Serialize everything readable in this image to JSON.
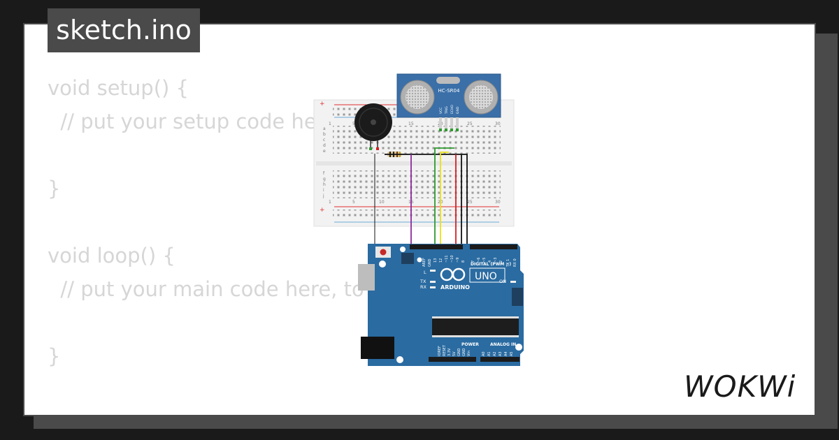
{
  "header": {
    "file_tab": "sketch.ino"
  },
  "code": {
    "lines": [
      "void setup() {",
      "  // put your setup code here, to run once:",
      "",
      "}",
      "",
      "void loop() {",
      "  // put your main code here, to run repeatedly:",
      "",
      "}"
    ]
  },
  "circuit": {
    "sensor_label": "HC-SR04",
    "sensor_pins": [
      "VCC",
      "TRIG",
      "ECHO",
      "GND"
    ],
    "board_brand": "ARDUINO",
    "board_model": "UNO",
    "digital_label": "DIGITAL (PWM ~)",
    "power_label": "POWER",
    "analog_label": "ANALOG IN",
    "on_label": "ON",
    "led_labels": [
      "L",
      "TX",
      "RX"
    ],
    "breadboard_columns": [
      "1",
      "5",
      "10",
      "15",
      "20",
      "25",
      "30"
    ],
    "breadboard_rows_top": [
      "a",
      "b",
      "c",
      "d",
      "e"
    ],
    "breadboard_rows_bottom": [
      "f",
      "g",
      "h",
      "i",
      "j"
    ],
    "header_pins": [
      "AREF",
      "GND",
      "13",
      "12",
      "~11",
      "~10",
      "~9",
      "8",
      "7",
      "~6",
      "~5",
      "4",
      "~3",
      "2",
      "TX 1",
      "RX 0"
    ],
    "power_pins": [
      "IOREF",
      "RESET",
      "3.3V",
      "5V",
      "GND",
      "GND",
      "Vin"
    ],
    "analog_pins": [
      "A0",
      "A1",
      "A2",
      "A3",
      "A4",
      "A5"
    ],
    "colors": {
      "board": "#2a6ba1",
      "wire_purple": "#8e2a9c",
      "wire_green": "#2f9a2f",
      "wire_yellow": "#e8e017",
      "wire_red": "#d61f1f",
      "wire_black": "#111111"
    }
  },
  "brand": {
    "logo_text": "WOKWi"
  }
}
